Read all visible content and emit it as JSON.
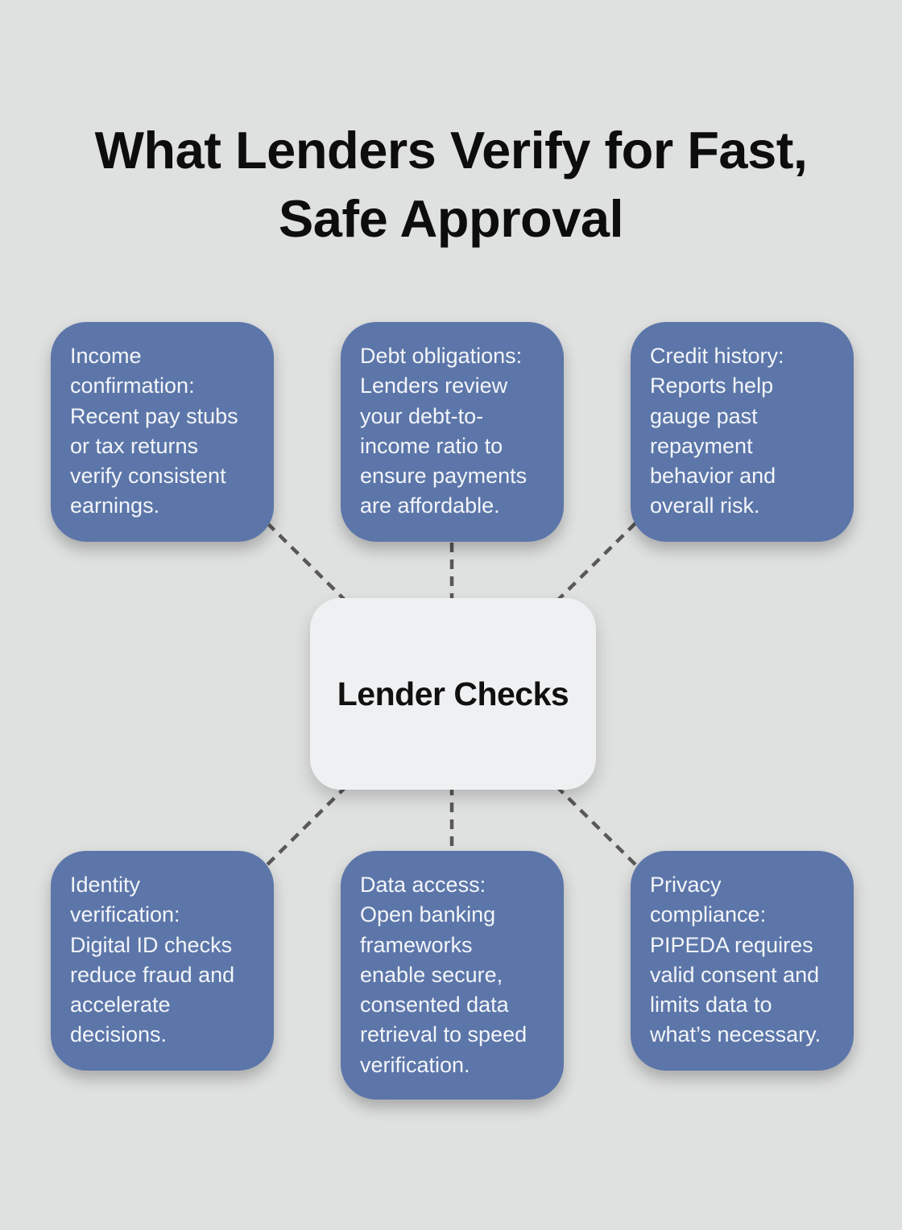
{
  "page": {
    "title": "What Lenders Verify for Fast,\nSafe Approval",
    "background_color": "#dfe0e0"
  },
  "diagram": {
    "center": {
      "label": "Lender Checks",
      "background_color": "#eff0f2",
      "text_color": "#101010"
    },
    "style": {
      "node_color": "#5c76a9",
      "node_text_color": "#f3f5f9",
      "connector_color": "#585858"
    },
    "nodes": [
      {
        "id": "income-confirmation",
        "text": "Income\nconfirmation:\nRecent pay stubs\nor tax returns\nverify consistent\nearnings."
      },
      {
        "id": "debt-obligations",
        "text": "Debt obligations:\nLenders review\nyour debt-to-\nincome ratio to\nensure payments\nare affordable."
      },
      {
        "id": "credit-history",
        "text": "Credit history:\nReports help\ngauge past\nrepayment\nbehavior and\noverall risk."
      },
      {
        "id": "identity-verification",
        "text": "Identity\nverification:\nDigital ID checks\nreduce fraud and\naccelerate\ndecisions."
      },
      {
        "id": "data-access",
        "text": "Data access:\nOpen banking\nframeworks\nenable secure,\nconsented data\nretrieval to speed\nverification."
      },
      {
        "id": "privacy-compliance",
        "text": "Privacy\ncompliance:\nPIPEDA requires\nvalid consent and\nlimits data to\nwhat’s necessary."
      }
    ]
  }
}
